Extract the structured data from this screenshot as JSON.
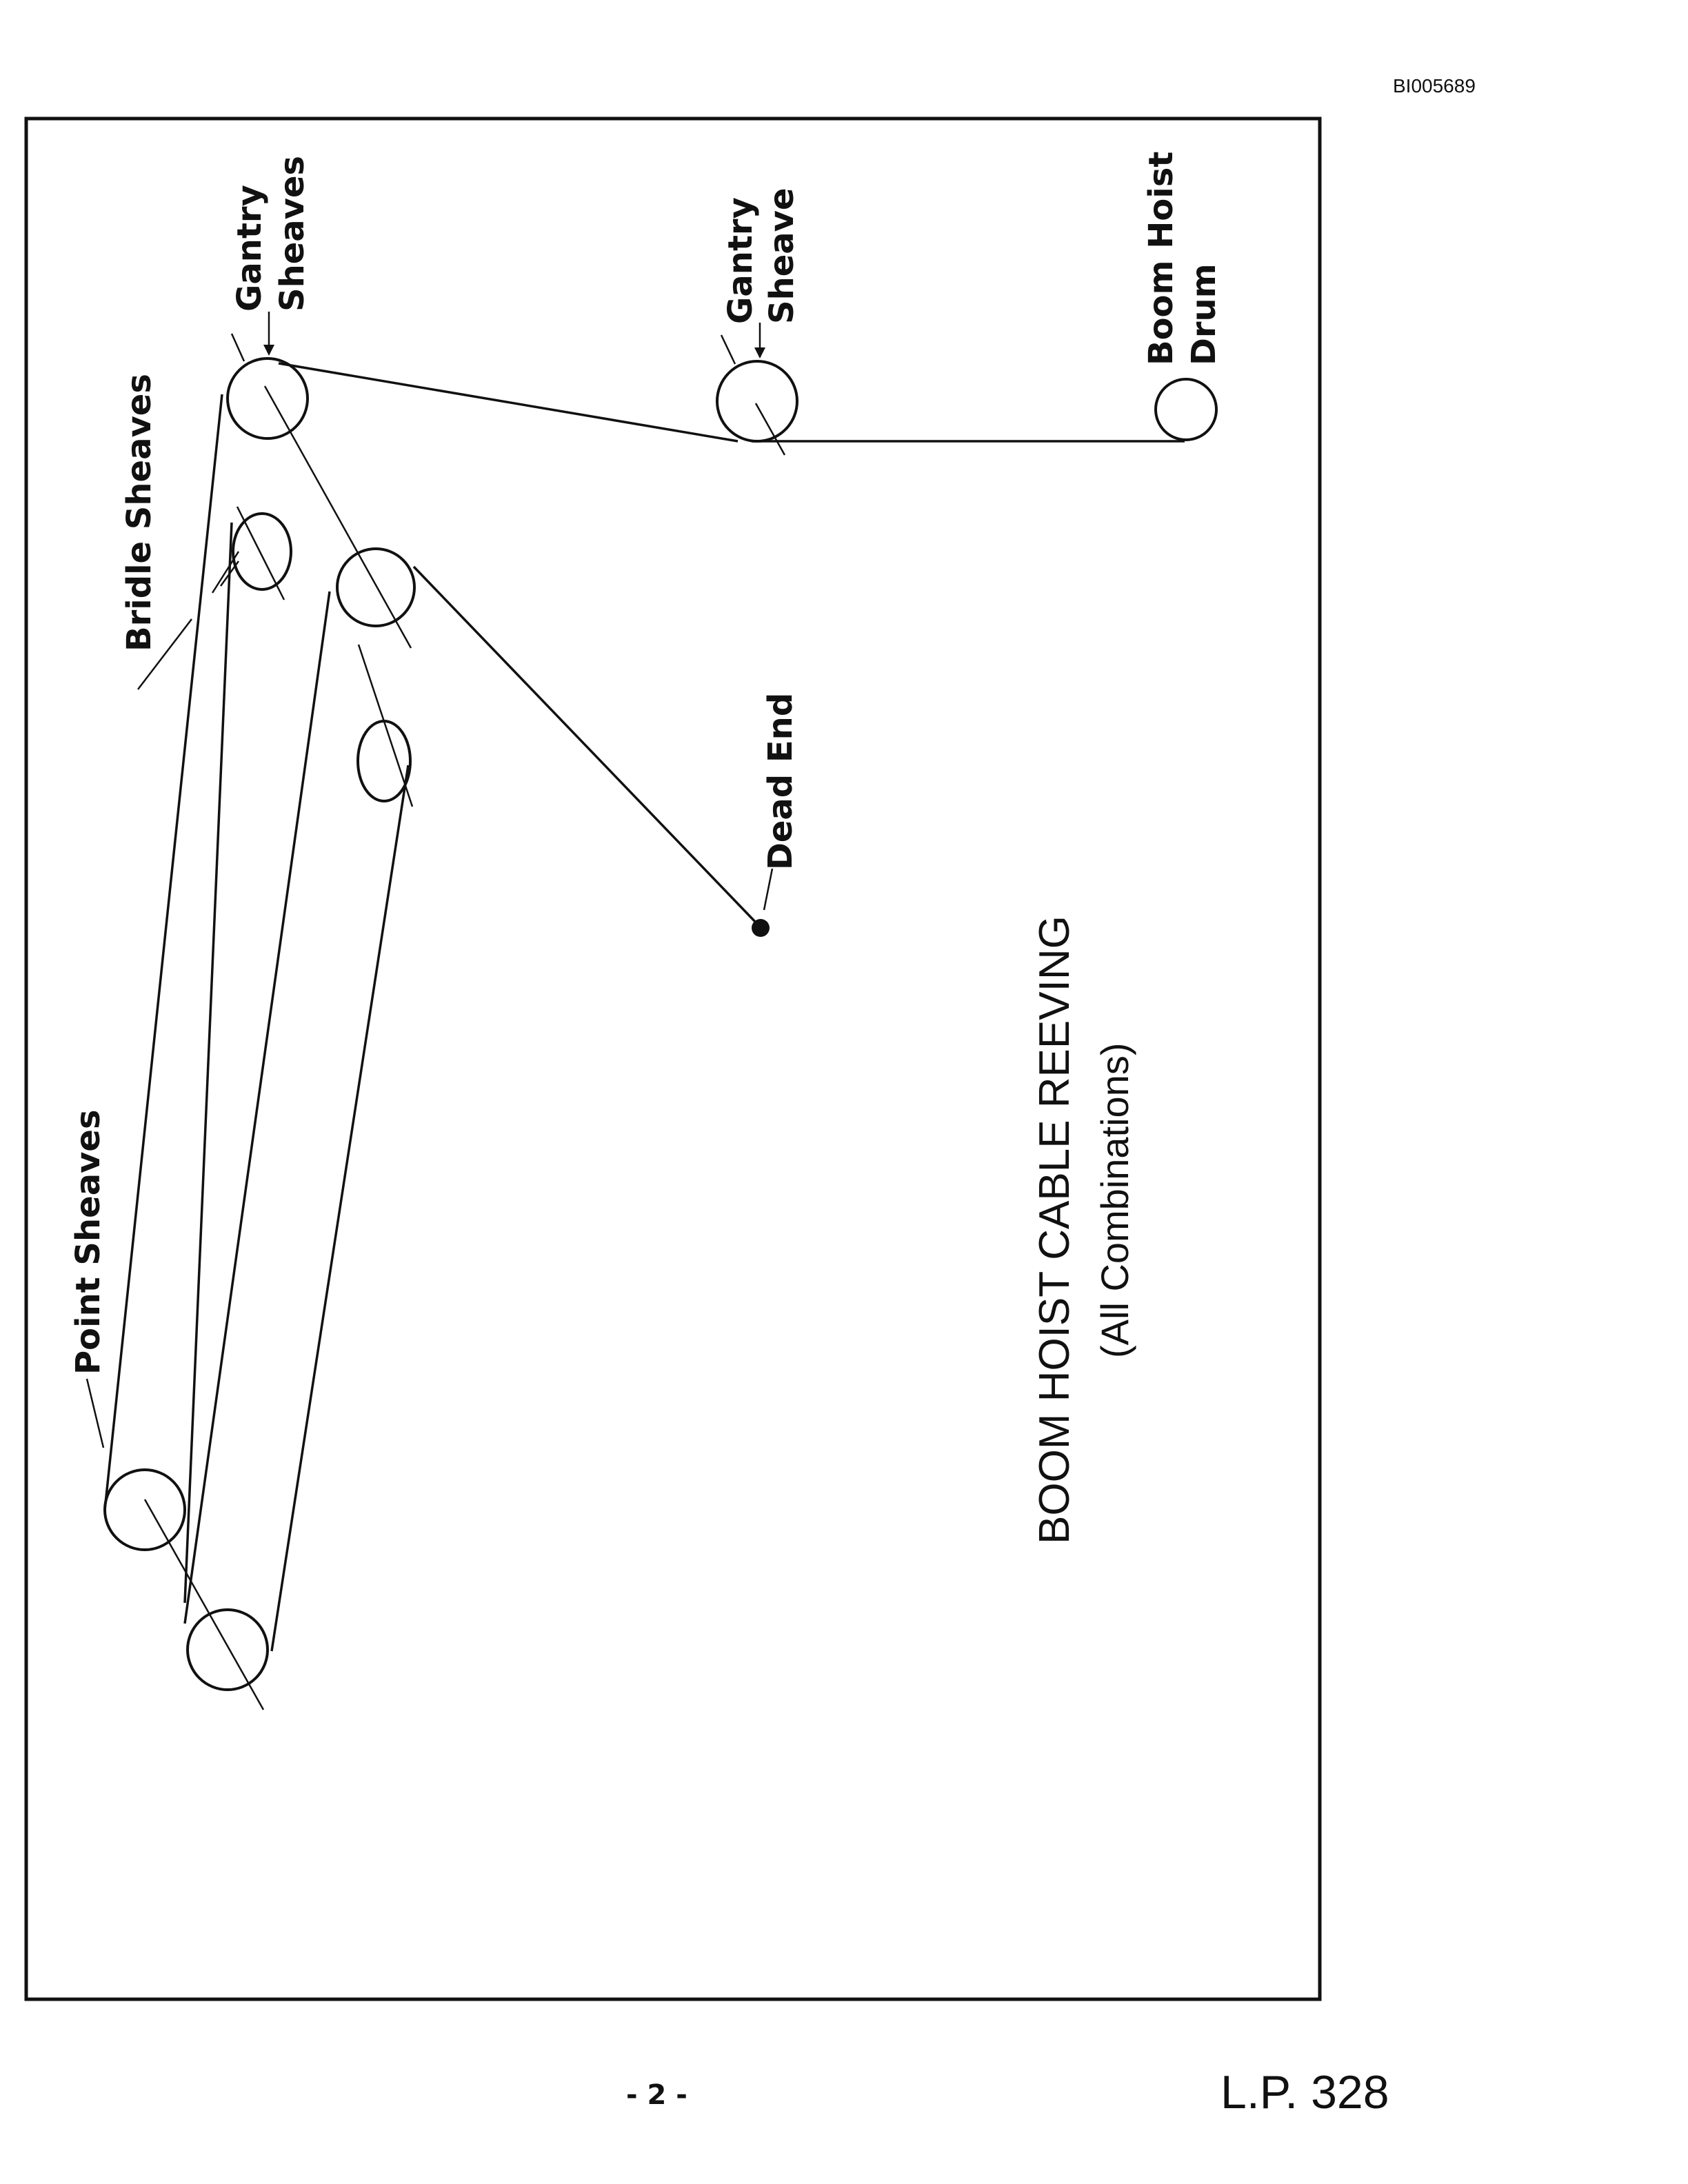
{
  "doc_id": "BI005689",
  "page_number": "- 2 -",
  "lp_number": "L.P. 328",
  "diagram": {
    "title": "BOOM HOIST CABLE REEVING",
    "subtitle": "(All Combinations)",
    "labels": {
      "gantry_sheaves": [
        "Gantry",
        "Sheaves"
      ],
      "gantry_sheave": [
        "Gantry",
        "Sheave"
      ],
      "boom_hoist_drum": [
        "Boom Hoist",
        "Drum"
      ],
      "bridle_sheaves": "Bridle Sheaves",
      "dead_end": "Dead End",
      "point_sheaves": "Point Sheaves"
    }
  },
  "colors": {
    "ink": "#111111",
    "paper": "#ffffff"
  }
}
